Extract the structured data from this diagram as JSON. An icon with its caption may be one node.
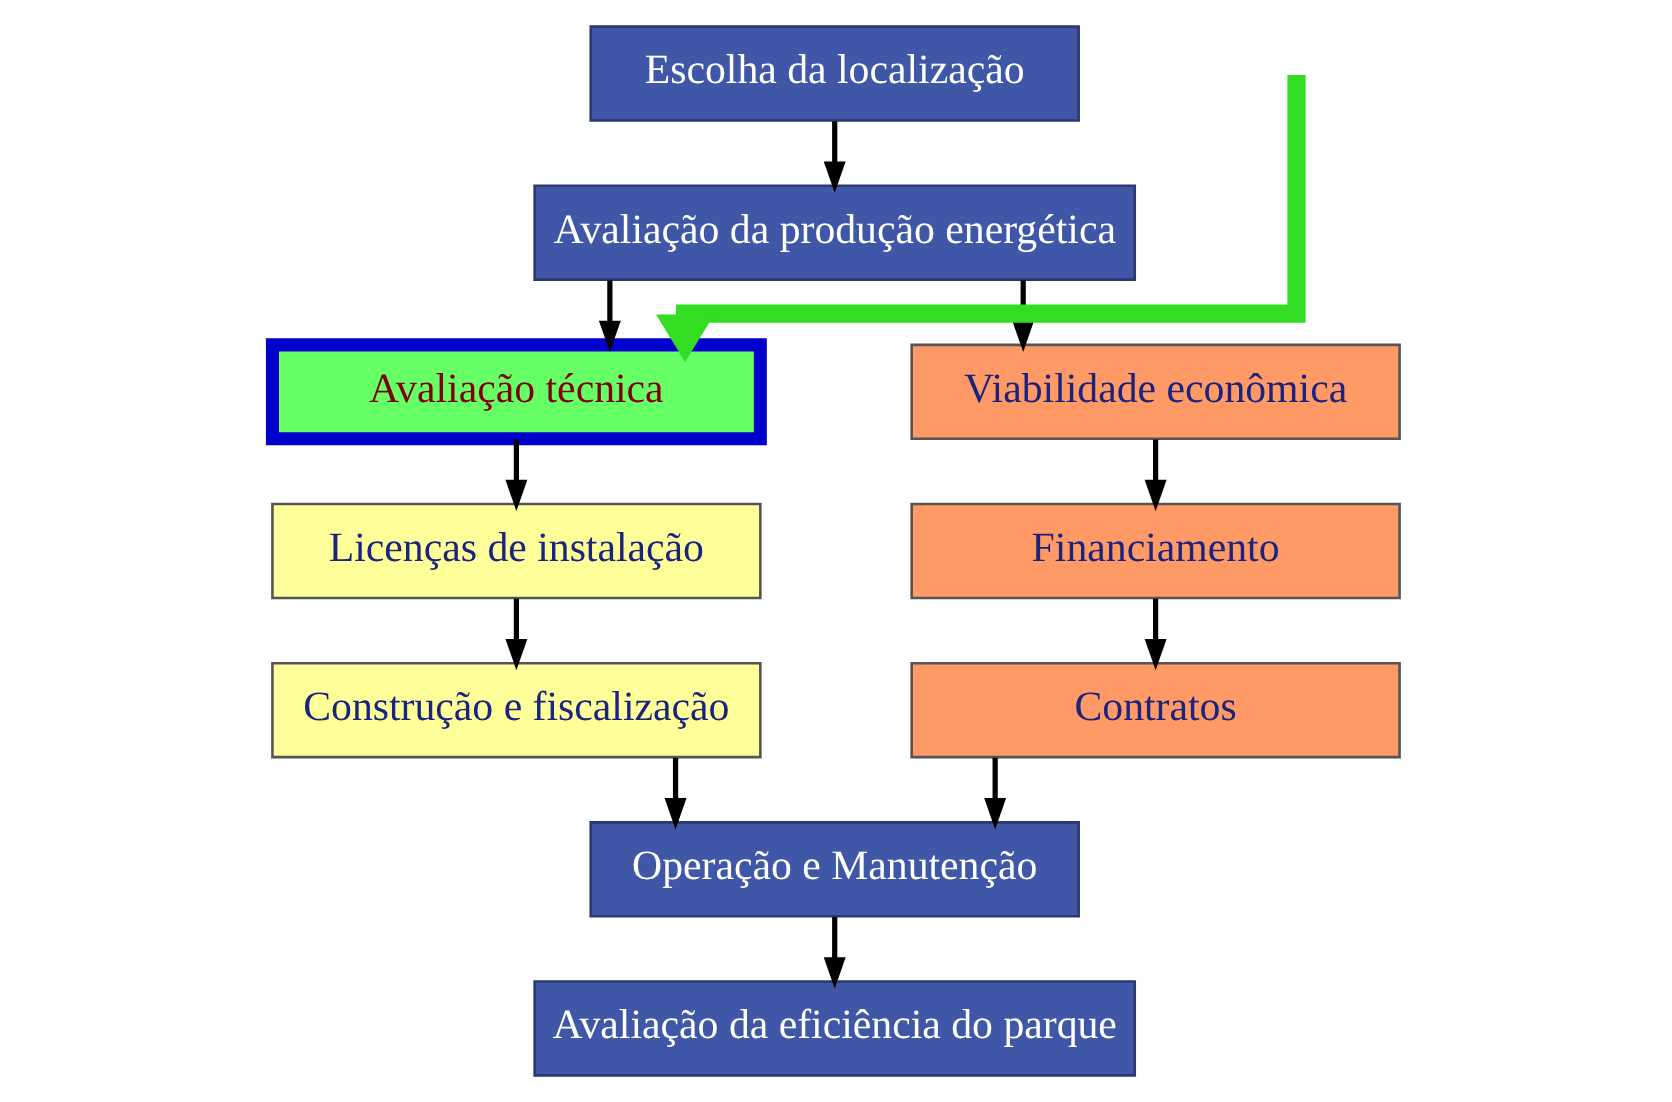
{
  "diagram": {
    "nodes": [
      {
        "text": [
          "Escolha da localização"
        ]
      },
      {
        "text": [
          "Avaliação da produção energética"
        ]
      },
      {
        "text": [
          "Avaliação técnica"
        ]
      },
      {
        "text": [
          "Viabilidade econômica"
        ]
      },
      {
        "text": [
          "Licenças de instalação"
        ]
      },
      {
        "text": [
          "Financiamento"
        ]
      },
      {
        "text": [
          "Construção e fiscalização"
        ]
      },
      {
        "text": [
          "Contratos"
        ]
      },
      {
        "text": [
          "Operação e Manutenção"
        ]
      },
      {
        "text": [
          "Avaliação da eficiência do parque"
        ]
      }
    ],
    "edges": [
      {
        "from": 0,
        "to": 1,
        "arrow": "to"
      },
      {
        "from": 1,
        "to": 2,
        "arrow": "to"
      },
      {
        "from": 1,
        "to": 3,
        "arrow": "to"
      },
      {
        "from": 2,
        "to": 4,
        "arrow": "to"
      },
      {
        "from": 4,
        "to": 6,
        "arrow": "to"
      },
      {
        "from": 3,
        "to": 5,
        "arrow": "to"
      },
      {
        "from": 5,
        "to": 7,
        "arrow": "to"
      },
      {
        "from": 6,
        "to": 8,
        "arrow": "to"
      },
      {
        "from": 7,
        "to": 8,
        "arrow": "to"
      },
      {
        "from": 8,
        "to": 9,
        "arrow": "to"
      },
      {
        "from": null,
        "to": 2,
        "arrow": "to",
        "style": "thick",
        "color": "#33dd22"
      }
    ]
  }
}
